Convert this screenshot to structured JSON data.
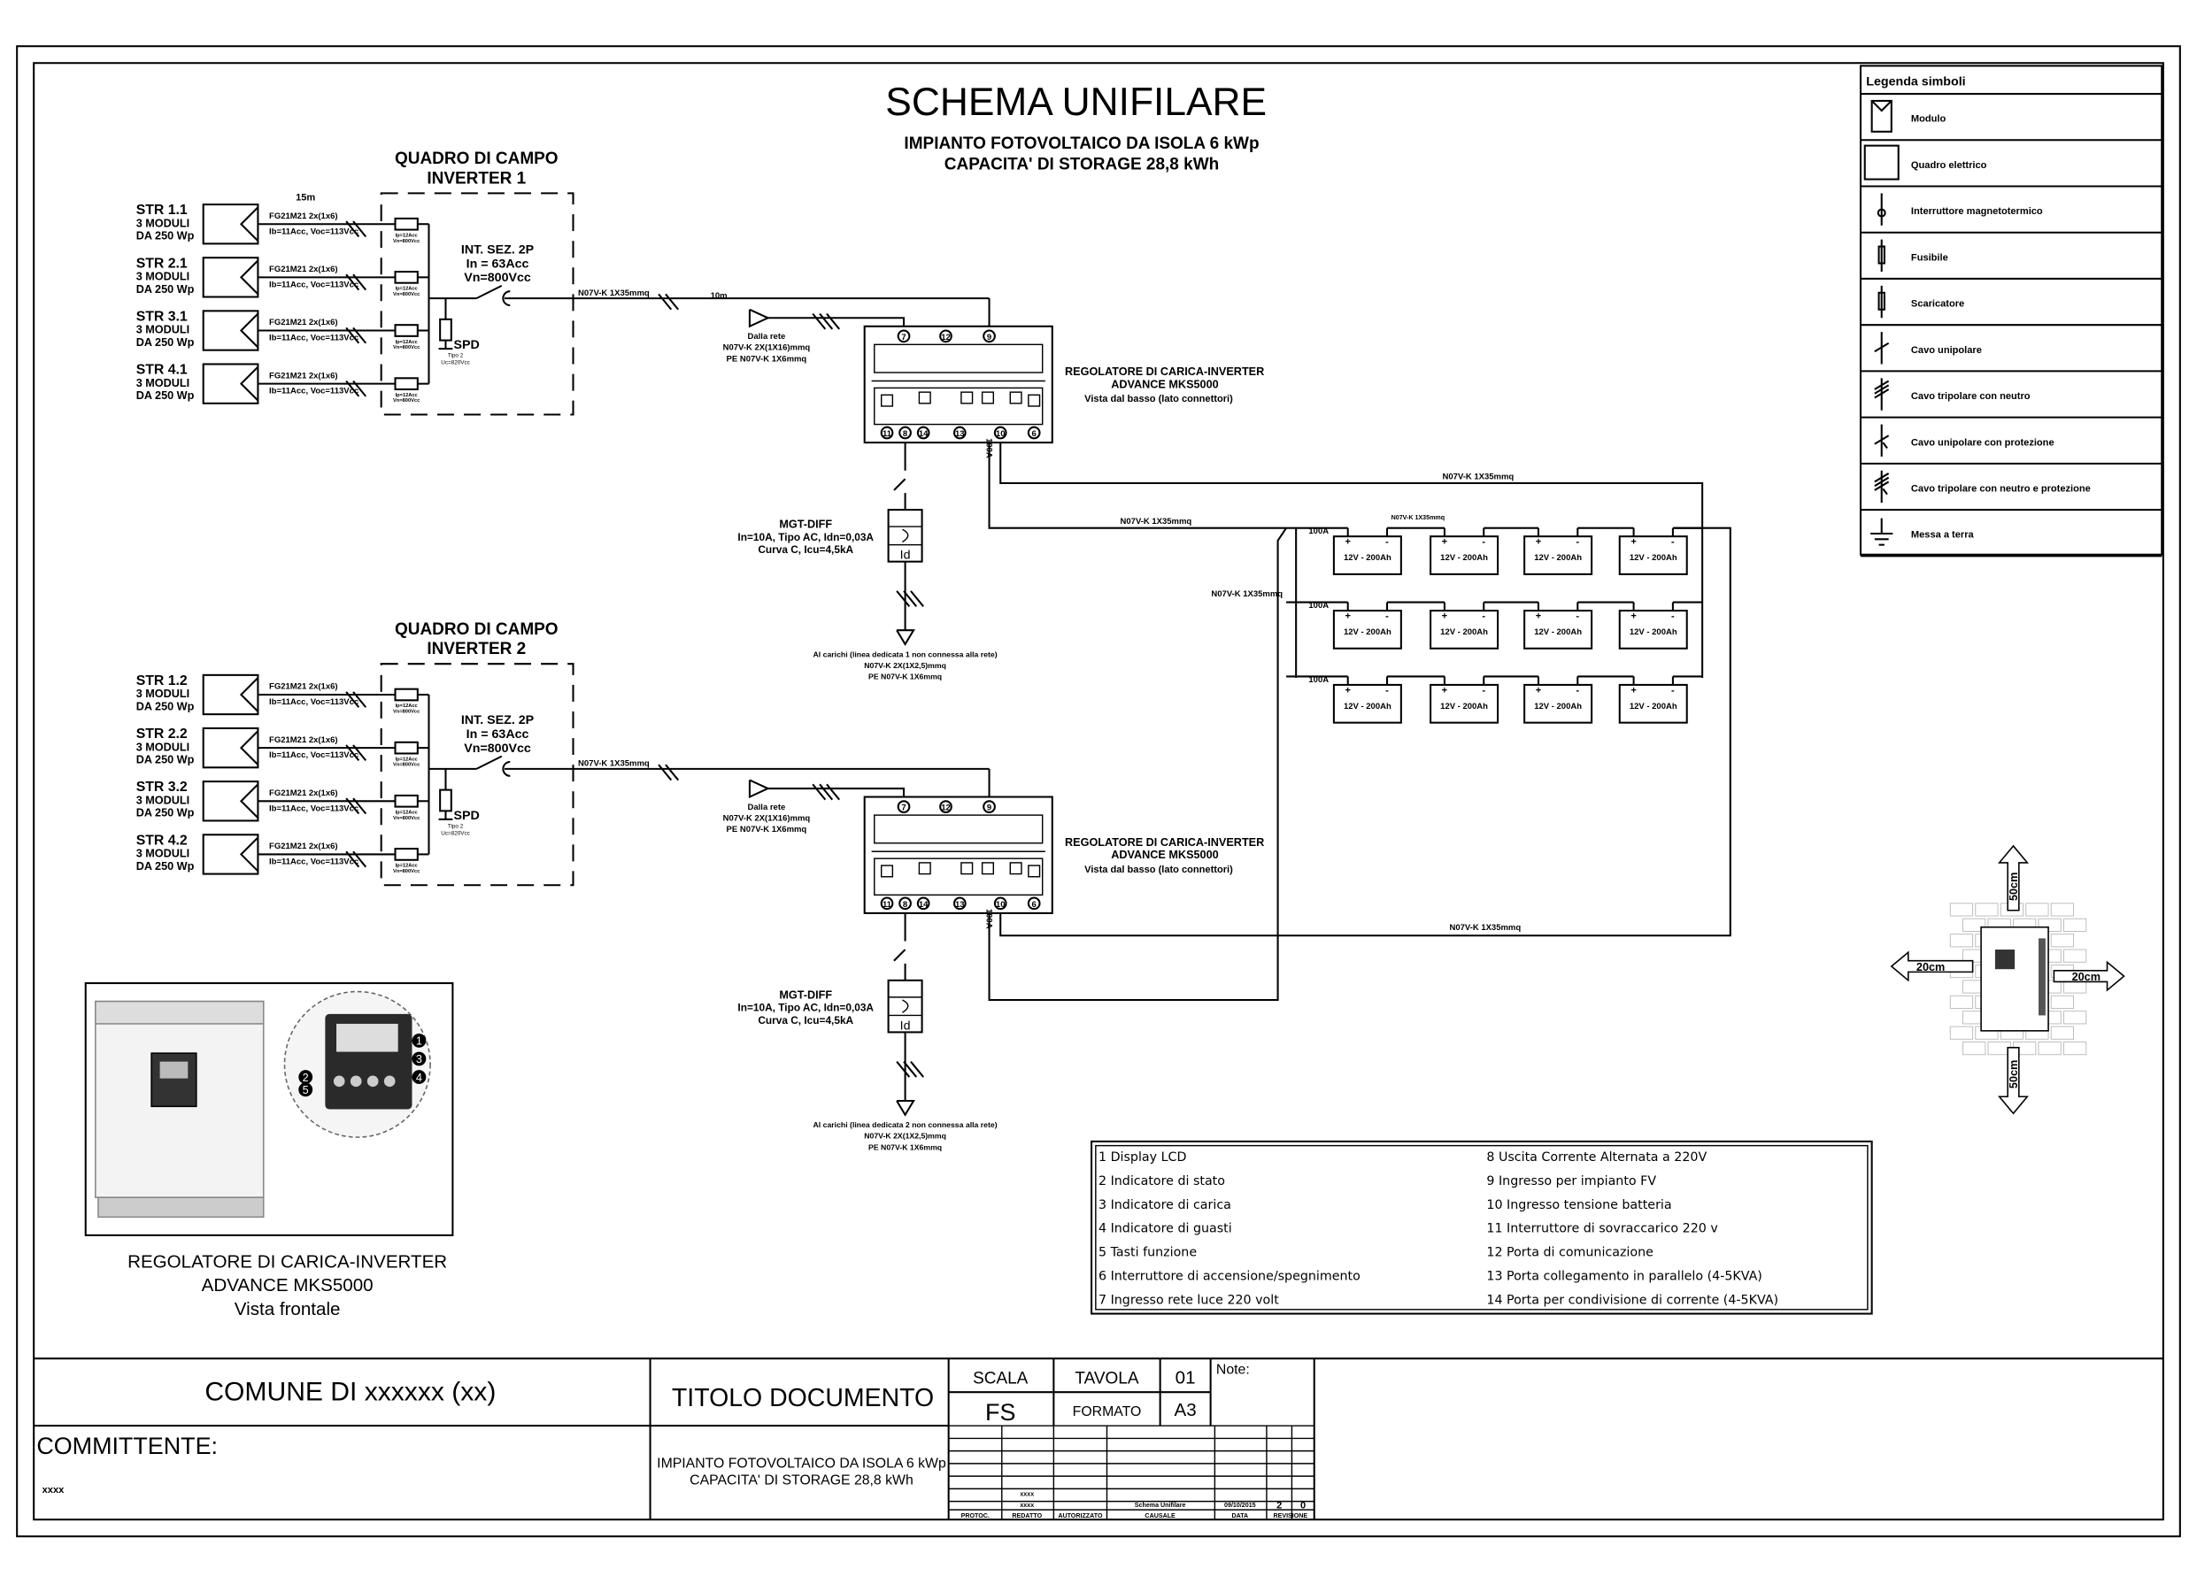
{
  "title": "SCHEMA UNIFILARE",
  "subtitle": [
    "IMPIANTO FOTOVOLTAICO DA ISOLA 6 kWp",
    "CAPACITA' DI STORAGE 28,8 kWh"
  ],
  "groups": [
    {
      "quadro": [
        "QUADRO  DI CAMPO",
        "INVERTER 1"
      ],
      "length_label": "15m",
      "strings": [
        {
          "name": "STR 1.1",
          "modules": "3 MODULI",
          "power": "DA 250 Wp"
        },
        {
          "name": "STR 2.1",
          "modules": "3 MODULI",
          "power": "DA 250 Wp"
        },
        {
          "name": "STR 3.1",
          "modules": "3 MODULI",
          "power": "DA 250 Wp"
        },
        {
          "name": "STR 4.1",
          "modules": "3 MODULI",
          "power": "DA 250 Wp"
        }
      ],
      "loads": [
        "Al carichi (linea dedicata 1 non connessa alla rete)",
        "N07V-K 2X(1X2,5)mmq",
        "PE N07V-K 1X6mmq"
      ]
    },
    {
      "quadro": [
        "QUADRO  DI CAMPO",
        "INVERTER 2"
      ],
      "length_label": "",
      "strings": [
        {
          "name": "STR 1.2",
          "modules": "3 MODULI",
          "power": "DA 250 Wp"
        },
        {
          "name": "STR 2.2",
          "modules": "3 MODULI",
          "power": "DA 250 Wp"
        },
        {
          "name": "STR 3.2",
          "modules": "3 MODULI",
          "power": "DA 250 Wp"
        },
        {
          "name": "STR 4.2",
          "modules": "3 MODULI",
          "power": "DA 250 Wp"
        }
      ],
      "loads": [
        "Al carichi (linea dedicata 2 non connessa alla rete)",
        "N07V-K 2X(1X2,5)mmq",
        "PE N07V-K 1X6mmq"
      ]
    }
  ],
  "string_cable": [
    "FG21M21 2x(1x6)",
    "Ib=11Acc, Voc=113Vcc"
  ],
  "fuse_label": [
    "Ip=12Acc",
    "Vn=800Vcc"
  ],
  "switch_label": [
    "INT. SEZ. 2P",
    "In = 63Acc",
    "Vn=800Vcc"
  ],
  "spd_label": [
    "SPD",
    "Tipo 2",
    "Uc=820Vcc"
  ],
  "dc_cable": "N07V-K 1X35mmq",
  "dc_length": "10m",
  "grid_in": [
    "Dalla rete",
    "N07V-K 2X(1X16)mmq",
    "PE N07V-K 1X6mmq"
  ],
  "inverter_label": [
    "REGOLATORE DI CARICA-INVERTER",
    "ADVANCE  MKS5000",
    "Vista dal basso (lato connettori)"
  ],
  "connectors_top": [
    "7",
    "12",
    "9"
  ],
  "connectors_bottom": [
    "11",
    "8",
    "14",
    "13",
    "10",
    "6"
  ],
  "fuse_100a": "100A",
  "mgt_label": [
    "MGT-DIFF",
    "In=10A, Tipo AC, Idn=0,03A",
    "Curva C, Icu=4,5kA"
  ],
  "mgt_id": "Id",
  "battery_cable": "N07V-K 1X35mmq",
  "battery_link_cable": "N07V-K 1X35mmq",
  "battery_label": "12V - 200Ah",
  "battery_plus": "+",
  "battery_minus": "-",
  "battery_rows": 3,
  "battery_cols": 4,
  "legend": {
    "title": "Legenda simboli",
    "items": [
      {
        "icon": "module-icon",
        "label": "Modulo"
      },
      {
        "icon": "panel-icon",
        "label": "Quadro elettrico"
      },
      {
        "icon": "circuit-breaker-icon",
        "label": "Interruttore magnetotermico"
      },
      {
        "icon": "fuse-icon",
        "label": "Fusibile"
      },
      {
        "icon": "surge-arrester-icon",
        "label": "Scaricatore"
      },
      {
        "icon": "single-core-cable-icon",
        "label": "Cavo unipolare"
      },
      {
        "icon": "three-phase-neutral-cable-icon",
        "label": "Cavo tripolare con neutro"
      },
      {
        "icon": "single-core-protected-cable-icon",
        "label": "Cavo unipolare con protezione"
      },
      {
        "icon": "three-phase-neutral-protected-cable-icon",
        "label": "Cavo tripolare con neutro e protezione"
      },
      {
        "icon": "ground-icon",
        "label": "Messa a terra"
      }
    ]
  },
  "front_view": {
    "caption": [
      "REGOLATORE DI CARICA-INVERTER",
      "ADVANCE  MKS5000",
      "Vista frontale"
    ],
    "callouts": [
      "1",
      "3",
      "4",
      "2",
      "5"
    ]
  },
  "mounting": {
    "top": "50cm",
    "bottom": "50cm",
    "left": "20cm",
    "right": "20cm"
  },
  "numbered_list": {
    "left": [
      "1 Display LCD",
      "2 Indicatore di stato",
      "3 Indicatore di carica",
      "4 Indicatore di guasti",
      "5 Tasti funzione",
      "6 Interruttore di accensione/spegnimento",
      "7 Ingresso rete luce 220 volt"
    ],
    "right": [
      "8 Uscita Corrente Alternata a 220V",
      "9 Ingresso per impianto FV",
      "10 Ingresso tensione  batteria",
      "11 Interruttore di sovraccarico 220 v",
      "12 Porta di comunicazione",
      "13 Porta collegamento in parallelo (4-5KVA)",
      "14 Porta per condivisione di corrente (4-5KVA)"
    ]
  },
  "title_block": {
    "comune": "COMUNE DI xxxxxx (xx)",
    "committente_label": "COMMITTENTE:",
    "committente_value": "xxxx",
    "doc_title": "TITOLO DOCUMENTO",
    "description": [
      "IMPIANTO FOTOVOLTAICO DA ISOLA 6 kWp",
      "CAPACITA' DI STORAGE 28,8 kWh"
    ],
    "scala_label": "SCALA",
    "scala_value": "FS",
    "tavola_label": "TAVOLA",
    "tavola_value": "01",
    "formato_label": "FORMATO",
    "formato_value": "A3",
    "note_label": "Note:",
    "revision": {
      "redatto_1": "xxxx",
      "redatto_2": "xxxx",
      "causale": "Schema Unifilare",
      "data": "09/10/2015",
      "rev_a": "2",
      "rev_b": "0"
    },
    "headers": [
      "PROTOC.",
      "REDATTO",
      "AUTORIZZATO",
      "CAUSALE",
      "DATA",
      "REVISIONE"
    ]
  }
}
